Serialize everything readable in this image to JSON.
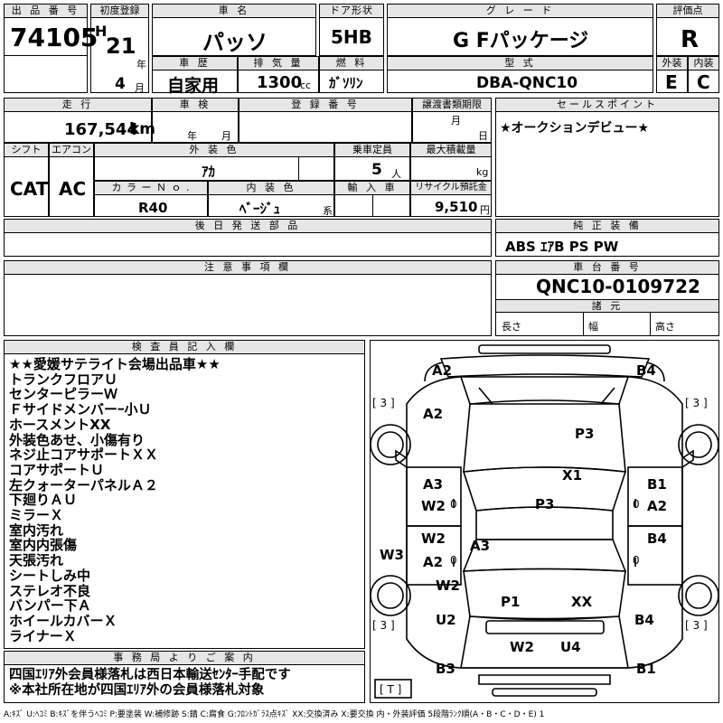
{
  "header": {
    "lot_label": "出 品 番 号",
    "lot_number": "74105",
    "first_reg_label": "初度登録",
    "era": "H",
    "year": "21",
    "year_unit": "年",
    "month": "4",
    "month_unit": "月",
    "car_name_label": "車 名",
    "car_name": "パッソ",
    "door_label": "ドア形状",
    "door": "5HB",
    "grade_label": "グ レ ー ド",
    "grade": "G Fパッケージ",
    "score_label": "評価点",
    "score": "R",
    "history_label": "車 歴",
    "history": "自家用",
    "displacement_label": "排 気 量",
    "displacement": "1300",
    "cc": "cc",
    "fuel_label": "燃 料",
    "fuel": "ｶﾞｿﾘﾝ",
    "model_label": "型 式",
    "model": "DBA-QNC10",
    "exterior_label": "外装",
    "exterior": "E",
    "interior_label": "内装",
    "interior": "C"
  },
  "row2": {
    "mileage_label": "走 行",
    "mileage": "167,544",
    "km": "km",
    "inspection_label": "車 検",
    "insp_year": "年",
    "insp_month": "月",
    "plate_label": "登 録 番 号",
    "transfer_label": "譲渡書類期限",
    "transfer_month": "月",
    "transfer_day": "日",
    "sales_point_label": "セールスポイント",
    "sales_point": "★オークションデビュー★"
  },
  "row3": {
    "shift_label": "シフト",
    "shift": "CAT",
    "ac_label": "エアコン",
    "ac": "AC",
    "color_label": "外 装 色",
    "color": "ｱｶ",
    "capacity_label": "乗車定員",
    "capacity": "5",
    "capacity_unit": "人",
    "load_label": "最大積載量",
    "load_unit": "kg",
    "color_no_label": "カ ラ ー Ｎ ｏ .",
    "color_no": "R40",
    "int_color_label": "内 装 色",
    "int_color": "ﾍﾞｰｼﾞｭ",
    "int_color_suffix": "系",
    "import_label": "輸 入 車",
    "recycle_label": "リサイクル預託金",
    "recycle": "9,510",
    "recycle_unit": "円"
  },
  "later_parts_label": "後 日 発 送 部 品",
  "equipment_label": "純 正 装 備",
  "equipment": "ABS ｴｱB PS PW",
  "caution_label": "注 意 事 項 欄",
  "chassis_label": "車 台 番 号",
  "chassis": "QNC10-0109722",
  "specs_label": "諸 元",
  "length_label": "長さ",
  "width_label": "幅",
  "height_label": "高さ",
  "inspector_label": "検 査 員 記 入 欄",
  "inspector_notes": [
    "★★愛媛サテライト会場出品車★★",
    "トランクフロアＵ",
    "センターピラーＷ",
    "Ｆサイドメンバーｰ小Ｕ",
    "ホースメントXX",
    "外装色あせ、小傷有り",
    "ネジ止コアサポートＸＸ",
    "コアサポートＵ",
    "左クォーターパネルＡ２",
    "下廻りＡＵ",
    "ミラーＸ",
    "室内汚れ",
    "室内内張傷",
    "天張汚れ",
    "シートしみ中",
    "ステレオ不良",
    "バンパー下Ａ",
    "ホイールカバーＸ",
    "ライナーＸ"
  ],
  "office_label": "事 務 局 よ り ご 案 内",
  "office_notes": [
    "四国ｴﾘｱ外会員様落札は西日本輸送ｾﾝﾀｰ手配です",
    "※本社所在地が四国ｴﾘｱ外の会員様落札対象"
  ],
  "diagram_marks": {
    "m1": "A2",
    "m2": "B4",
    "m3": "[ 3 ]",
    "m4": "[ 3 ]",
    "m5": "A2",
    "m6": "P3",
    "m7": "X1",
    "m8": "A3",
    "m9": "B1",
    "m10": "W2",
    "m11": "0",
    "m12": "P3",
    "m13": "0",
    "m14": "A2",
    "m15": "W2",
    "m16": "A3",
    "m17": "B4",
    "m18": "W3",
    "m19": "A2",
    "m20": "0",
    "m21": "0",
    "m22": "W2",
    "m23": "P1",
    "m24": "XX",
    "m25": "U2",
    "m26": "B4",
    "m27": "[ 3 ]",
    "m28": "[ 3 ]",
    "m29": "W2",
    "m30": "U4",
    "m31": "B3",
    "m32": "B1",
    "m33": "[ T ]"
  },
  "legend": "A:ｷｽﾞ U:ﾍｺﾐ B:ｷｽﾞを伴うﾍｺﾐ P:要塗装 W:補修跡 S:錆 C:腐食 G:ﾌﾛﾝﾄｶﾞﾗｽ点ｷｽﾞ XX:交換済み X:要交換 内・外装評価 5段階ﾗﾝｸ順(A・B・C・D・E) 1"
}
